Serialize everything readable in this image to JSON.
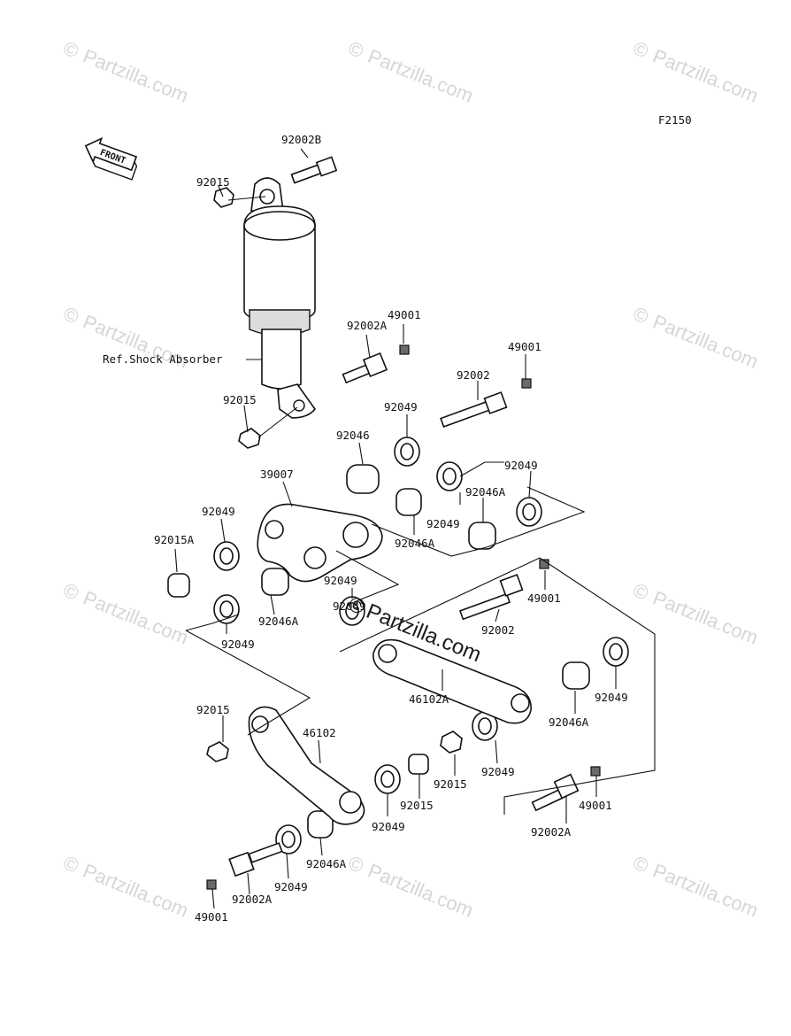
{
  "figure_code": "F2150",
  "front_label": "FRONT",
  "ref_label": "Ref.Shock Absorber",
  "watermark": "Partzilla.com",
  "watermark_main": "Partzilla.com",
  "copyright_symbol": "©",
  "part_labels": [
    "92002B",
    "92015",
    "92002A",
    "49001",
    "49001",
    "92002",
    "92015",
    "92049",
    "92046",
    "92049",
    "39007",
    "92046A",
    "92049",
    "92049",
    "92015A",
    "92046A",
    "92049",
    "92046A",
    "92049",
    "49001",
    "92002",
    "92049",
    "46102A",
    "92046A",
    "92049",
    "92015",
    "46102",
    "92015",
    "92049",
    "92015",
    "92049",
    "92049",
    "49001",
    "92002A",
    "92046A",
    "92049",
    "92002A",
    "49001"
  ]
}
